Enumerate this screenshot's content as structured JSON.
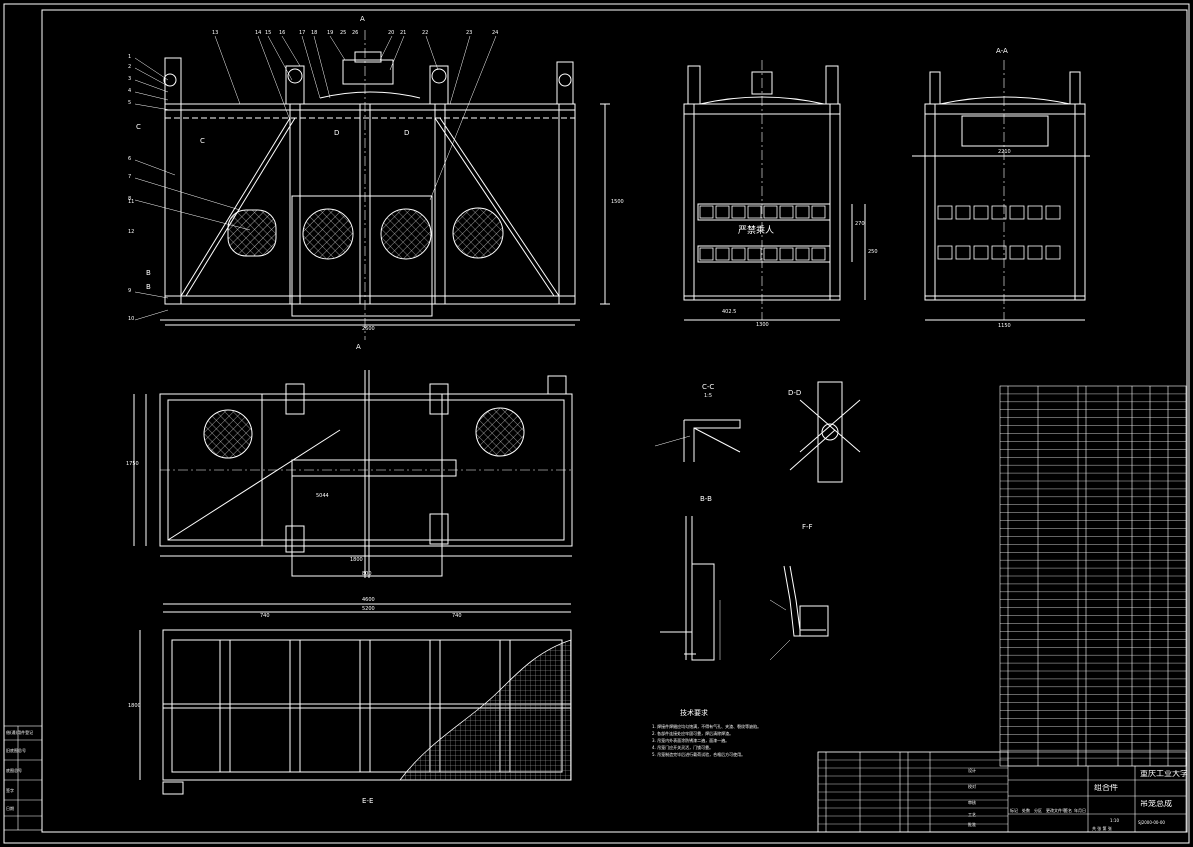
{
  "drawing": {
    "front_view": {
      "labels_left": [
        "1",
        "2",
        "3",
        "4",
        "5",
        "6",
        "7",
        "8",
        "9",
        "10",
        "11",
        "12"
      ],
      "labels_top": [
        "13",
        "14",
        "15",
        "16",
        "17",
        "18",
        "19",
        "20",
        "21",
        "22",
        "23",
        "24",
        "25",
        "26"
      ],
      "section_marks": [
        "C",
        "C",
        "D",
        "D",
        "B",
        "B",
        "A",
        "A"
      ],
      "dims": [
        "2600",
        "1500"
      ]
    },
    "side_view": {
      "sign": "严禁乘人",
      "title": "",
      "dims": [
        "1300",
        "402.5",
        "270",
        "250"
      ]
    },
    "end_view": {
      "title": "A-A",
      "dims": [
        "2210",
        "1150"
      ]
    },
    "plan_view": {
      "dims": [
        "5044",
        "1750",
        "800",
        "1800"
      ]
    },
    "bottom_view": {
      "title": "E-E",
      "dims": [
        "4600",
        "5200",
        "740",
        "740",
        "1800"
      ]
    },
    "sections": [
      {
        "id": "C-C",
        "scale": "1:5"
      },
      {
        "id": "D-D",
        "scale": ""
      },
      {
        "id": "B-B",
        "scale": ""
      },
      {
        "id": "F-F",
        "scale": ""
      }
    ],
    "notes": {
      "title": "技术要求",
      "lines": [
        "1. 焊接件焊缝应均匀饱满，不得有气孔、夹渣、裂纹等缺陷。",
        "2. 各部件连接处应牢固可靠，焊后清除焊渣。",
        "3. 吊笼内外表面涂防锈漆二遍，面漆一遍。",
        "4. 吊笼门应开关灵活，门锁可靠。",
        "5. 吊笼制造完毕后进行载荷试验，合格后方可使用。"
      ]
    },
    "title_block": {
      "school": "重庆工业大学",
      "part_name": "吊笼总成",
      "drawing_no": "SJ2000-00-00",
      "material_label": "组合件",
      "scale": "1:10",
      "sheet": "共 张 第 张",
      "row_labels": [
        "标记",
        "处数",
        "分区",
        "更改文件号",
        "签名",
        "年月日"
      ],
      "role_labels": [
        "设计",
        "校对",
        "审核",
        "工艺",
        "批准"
      ]
    },
    "left_stamp": [
      "借(通)用件登记",
      "旧底图总号",
      "底图总号",
      "签字",
      "日期"
    ],
    "bom_rows": 48,
    "small_bom_rows": 10
  }
}
